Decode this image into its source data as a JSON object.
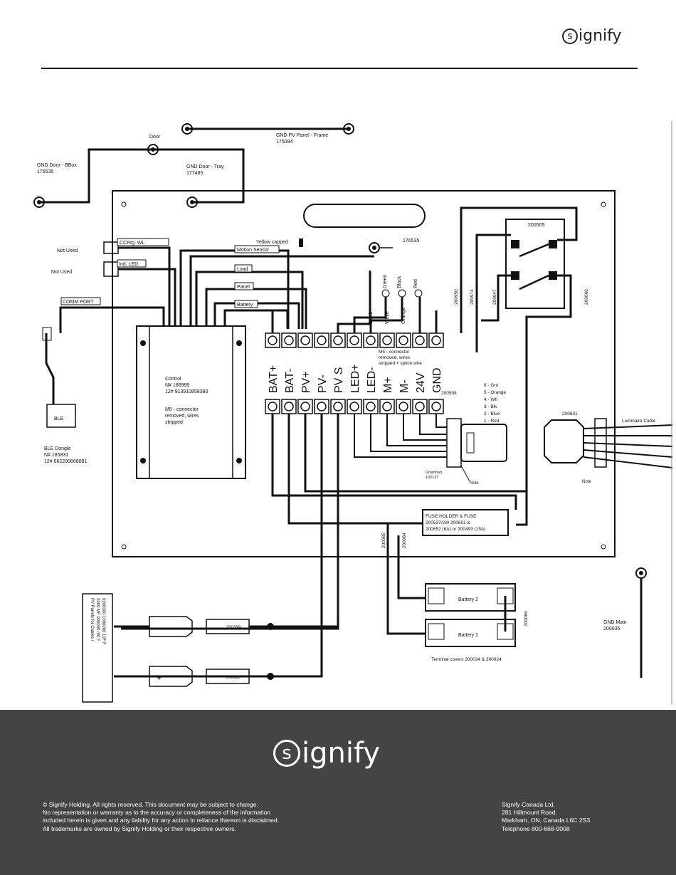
{
  "header": {
    "logo_text": "ignify"
  },
  "diagram": {
    "gnd_pv_panel": [
      "GND PV Panel - Frame",
      "175084"
    ],
    "door": "Door",
    "gnd_door_bbox": [
      "GND Door - BBox",
      "176535"
    ],
    "gnd_door_tray": [
      "GND Door - Tray",
      "177485"
    ],
    "not_used_1": "Not Used",
    "not_used_2": "Not Used",
    "ccrtg": "CCRtg. WL",
    "ind_led": "Ind. LED",
    "comm_port": "COMM PORT",
    "yellow_capped": "Yellow capped",
    "motion_sensor": "Motion Sensor",
    "load": "Load",
    "panel": "Panel",
    "battery_label": "Battery",
    "lug_176535": "176535",
    "sw_200505": "200505",
    "wires_left_vertical": [
      "Green",
      "Black",
      "Red"
    ],
    "wires_left_vertical_2": [
      "Black",
      "White",
      "Orange"
    ],
    "part_200950": "200950",
    "part_200974": "200974",
    "part_200047": "200047",
    "part_200060": "200060",
    "m5_note": [
      "M5 - connector",
      "removed, wires",
      "stripped + splice wire"
    ],
    "control": [
      "Control",
      "N# 188999",
      "12# 913910858380",
      "",
      "M5 - connector",
      "removed, wires",
      "stripped"
    ],
    "ble_label": "BLE",
    "ble_dongle": [
      "BLE Dongle",
      "N# 185831",
      "12# 662200668081"
    ],
    "terminals_top": [
      "BAT+",
      "BAT-",
      "PV+",
      "PV-",
      "PV S",
      "LED+",
      "LED-",
      "M+",
      "M-",
      "24V",
      "GND"
    ],
    "color_code": [
      "6 - Grn",
      "5 - Orange",
      "4 - Wh",
      "3 - Blk",
      "2 - Blue",
      "1 - Red"
    ],
    "part_200508": "200508",
    "part_200631": "200631",
    "luminaire_cable": "Luminaire Cable",
    "grommet": [
      "Grommet",
      "102137"
    ],
    "note_a": "Note",
    "note_b": "Note",
    "fuse": [
      "FUSE HOLDER & FUSE",
      "200537/2W 200651 &",
      "200652 (6A) or 200493 (15A)"
    ],
    "part_200085": "200085",
    "part_200084": "200084",
    "battery2": "Battery 2",
    "battery1": "Battery 1",
    "part_200086": "200086",
    "terminal_covers": "Terminal covers 200034 & 200624",
    "gnd_main": [
      "GND Main",
      "200035"
    ],
    "pv_plate": [
      "PV Panels for Cables /",
      "2000 MF 000000 /00 F",
      "0200000 1000000 10F F"
    ],
    "conn_200339": "200339",
    "conn_200338": "200338",
    "plus_sign": "+"
  },
  "footer": {
    "logo_text": "ignify",
    "legal": [
      "©          Signify Holding.  All rights reserved.  This document may be subject to change.",
      "No representation or warranty as to the accuracy or completeness of the information",
      "included herein is given and any liability for any action in reliance thereon is disclaimed.",
      "All trademarks are owned by Signify Holding or their respective owners."
    ],
    "address": [
      "Signify Canada Ltd.",
      "281 Hillmount Road,",
      "Markham, ON, Canada L6C 2S3",
      "Telephone 800-668-9008"
    ],
    "colors": {
      "background": "#444446",
      "text": "#ffffff"
    }
  }
}
